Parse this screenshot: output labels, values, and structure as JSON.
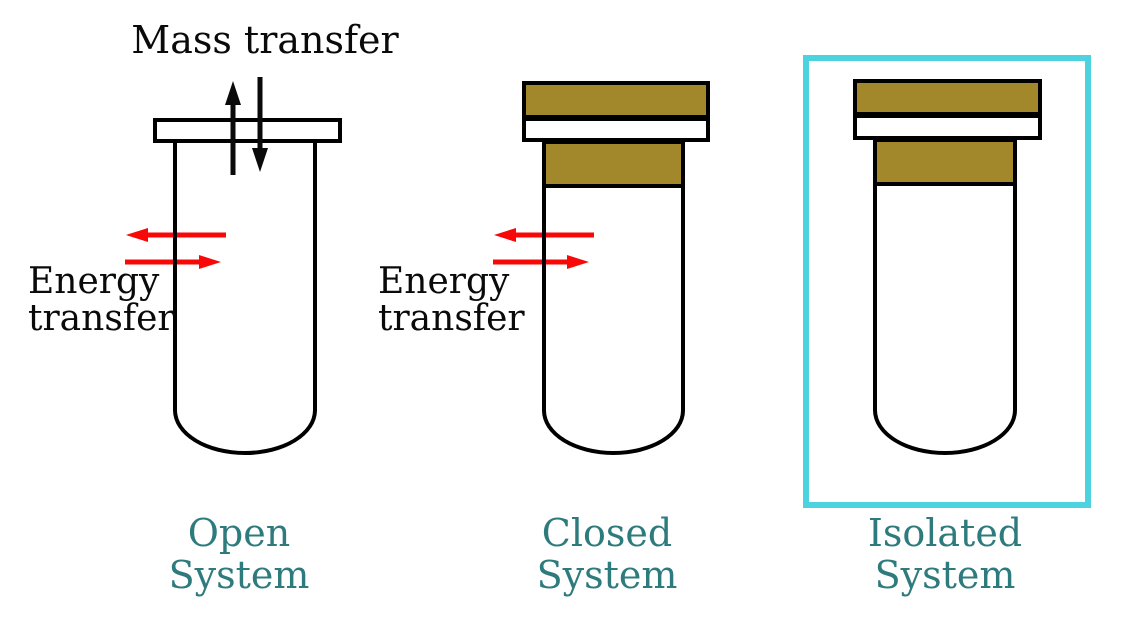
{
  "colors": {
    "background": "#ffffff",
    "outline": "#000000",
    "cap_brown": "#A3872B",
    "isolated_border": "#4DD3DF",
    "caption_teal": "#2E7B7E",
    "energy_arrow_red": "#F90808",
    "mass_arrow_black": "#0a0a0a"
  },
  "open_system": {
    "mass_transfer_label": "Mass transfer",
    "mass_arrow_directions": [
      "up",
      "down"
    ],
    "energy_transfer_line1": "Energy",
    "energy_transfer_line2": "transfer",
    "energy_arrow_directions": [
      "left",
      "right"
    ],
    "caption_line1": "Open",
    "caption_line2": "System"
  },
  "closed_system": {
    "energy_transfer_line1": "Energy",
    "energy_transfer_line2": "transfer",
    "energy_arrow_directions": [
      "left",
      "right"
    ],
    "caption_line1": "Closed",
    "caption_line2": "System"
  },
  "isolated_system": {
    "caption_line1": "Isolated",
    "caption_line2": "System"
  }
}
